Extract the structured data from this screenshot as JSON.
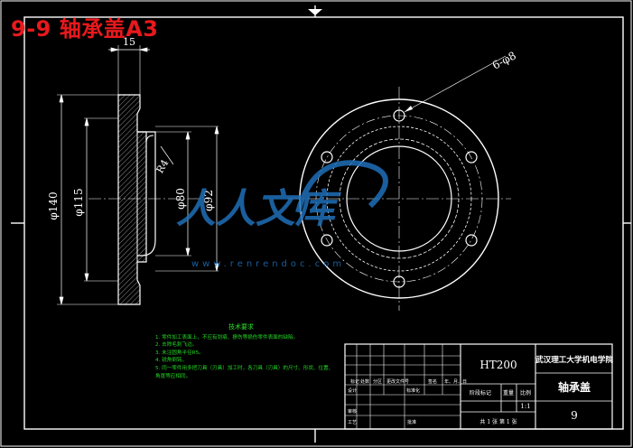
{
  "overlay_title": "9-9 轴承盖A3",
  "watermark": {
    "text": "人人文库",
    "url": "www.renrendoc.com"
  },
  "dimensions": {
    "width_15": "15",
    "dia_140": "φ140",
    "dia_115": "φ115",
    "dia_80": "φ80",
    "dia_92": "φ92",
    "radius": "R4",
    "holes": "6-φ8"
  },
  "tech_requirements": {
    "title": "技术要求",
    "items": [
      "1. 零件加工表面上，不应有划痕、擦伤等损伤零件表面的缺陷。",
      "2. 去除毛刺飞边。",
      "3. 未注圆角半径R5。",
      "4. 锐角倒钝。",
      "5. 同一零件用多把刀具（刃具）加工时，各刀具（刃具）的尺寸、形状、位置、",
      "   角度等应相同。"
    ]
  },
  "title_block": {
    "material": "HT200",
    "school": "武汉理工大学机电学院",
    "part_name": "轴承盖",
    "drawing_no": "9",
    "stage_label": "阶段标记",
    "weight_label": "重量",
    "scale_label": "比例",
    "scale_value": "1:1",
    "sheet_label": "共 1 张  第 1 张",
    "row_labels": [
      "标记",
      "处数",
      "分区",
      "更改文件号",
      "签名",
      "年、月、日"
    ],
    "designer_label": "设计",
    "std_label": "标准化",
    "review_label": "审核",
    "craft_label": "工艺",
    "approve_label": "批准"
  },
  "colors": {
    "background": "#000000",
    "lines": "#ffffff",
    "title_red": "#e8191d",
    "tech_green": "#22d622",
    "watermark": "#1f6fb8"
  }
}
